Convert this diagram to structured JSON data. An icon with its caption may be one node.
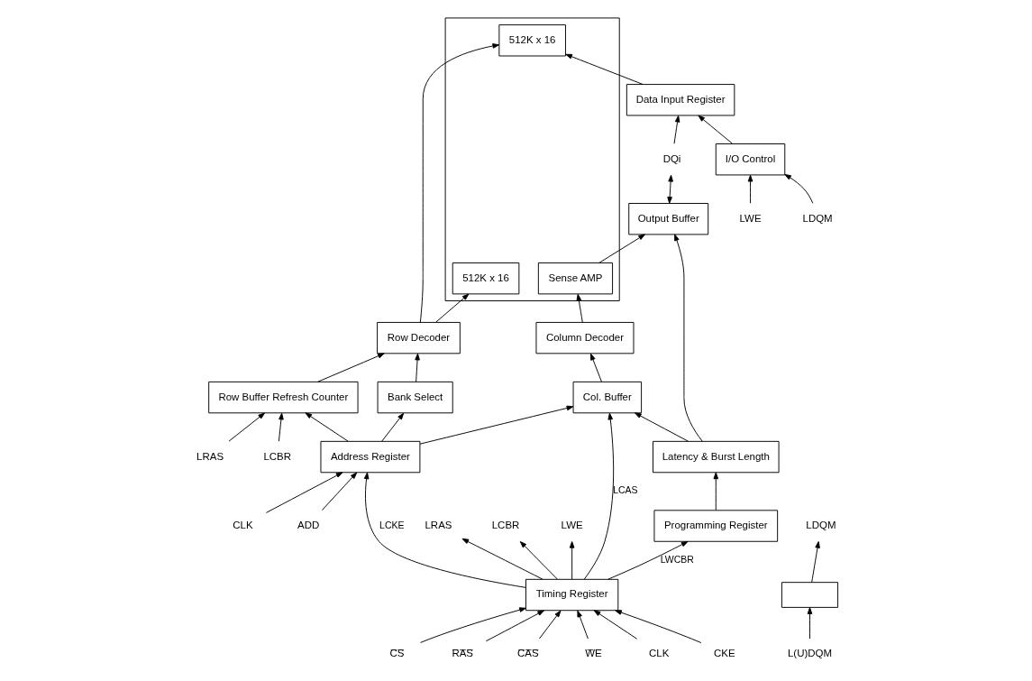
{
  "diagram": {
    "nodes": [
      {
        "text": [
          "I/O Control"
        ]
      },
      {
        "text": [
          "LWE"
        ]
      },
      {
        "text": [
          "LDQM"
        ]
      },
      {
        "text": [
          "Data Input Register"
        ]
      },
      {
        "text": [
          "Bank Select"
        ]
      },
      {
        "text": [
          "Address Register"
        ]
      },
      {
        "text": [
          "Row Buffer Refresh Counter"
        ]
      },
      {
        "text": [
          "Row Decoder"
        ]
      },
      {
        "text": [],
        "shape": "box"
      },
      {
        "text": [
          "512K x 16"
        ],
        "in": 8
      },
      {
        "text": [
          "512K x 16"
        ],
        "in": 8
      },
      {
        "text": [
          "Sense AMP"
        ],
        "in": 8
      },
      {
        "text": [
          "Output Buffer"
        ]
      },
      {
        "text": [
          "DQi"
        ]
      },
      {
        "text": [
          "CLK"
        ]
      },
      {
        "text": [
          "ADD"
        ]
      },
      {
        "text": [
          "LRAS"
        ]
      },
      {
        "text": [
          "LCBR"
        ]
      },
      {
        "text": [
          "Col. Buffer"
        ]
      },
      {
        "text": [
          "Column Decoder"
        ]
      },
      {
        "text": [
          "Latency & Burst Length"
        ]
      },
      {
        "text": [
          "Programming Register"
        ]
      },
      {
        "text": [
          "LRAS"
        ]
      },
      {
        "text": [
          "LCBR"
        ]
      },
      {
        "text": [
          "LWE"
        ]
      },
      {
        "text": [
          "LDQM"
        ]
      },
      {
        "text": [
          "Timing Register"
        ]
      },
      {
        "text": [],
        "shape": "box"
      },
      {
        "text": [
          "CLK"
        ]
      },
      {
        "text": [
          "CKE"
        ]
      },
      {
        "text": [
          "C̅S̅"
        ]
      },
      {
        "text": [
          "R̅A̅S̅"
        ]
      },
      {
        "text": [
          "C̅A̅S̅"
        ]
      },
      {
        "text": [
          "W̅E̅"
        ]
      },
      {
        "text": [
          "L(U)DQM"
        ]
      }
    ],
    "edges": [
      {
        "from": 5,
        "to": 4,
        "arrow": "to"
      },
      {
        "from": 4,
        "to": 7,
        "arrow": "to"
      },
      {
        "from": 5,
        "to": 6,
        "arrow": "to"
      },
      {
        "from": 6,
        "to": 7,
        "arrow": "to"
      },
      {
        "from": 7,
        "to": 9,
        "arrow": "to"
      },
      {
        "from": 7,
        "to": 10,
        "arrow": "to"
      },
      {
        "from": 3,
        "to": 9,
        "arrow": "to"
      },
      {
        "from": 0,
        "to": 3,
        "arrow": "to"
      },
      {
        "from": 1,
        "to": 0,
        "arrow": "to"
      },
      {
        "from": 2,
        "to": 0,
        "arrow": "to"
      },
      {
        "from": 12,
        "to": 13,
        "arrow": "both"
      },
      {
        "from": 13,
        "to": 3,
        "arrow": "to"
      },
      {
        "from": 11,
        "to": 12,
        "arrow": "to"
      },
      {
        "from": 19,
        "to": 11,
        "arrow": "to"
      },
      {
        "from": 18,
        "to": 19,
        "arrow": "to"
      },
      {
        "from": 20,
        "to": 18,
        "arrow": "to"
      },
      {
        "from": 20,
        "to": 12,
        "arrow": "to"
      },
      {
        "from": 21,
        "to": 20,
        "arrow": "to"
      },
      {
        "from": 5,
        "to": 18,
        "arrow": "to"
      },
      {
        "from": 14,
        "to": 5,
        "arrow": "to"
      },
      {
        "from": 15,
        "to": 5,
        "arrow": "to"
      },
      {
        "from": 16,
        "to": 6,
        "arrow": "to"
      },
      {
        "from": 17,
        "to": 6,
        "arrow": "to"
      },
      {
        "from": 26,
        "to": 5,
        "arrow": "to",
        "label": "LCKE"
      },
      {
        "from": 26,
        "to": 22,
        "arrow": "to"
      },
      {
        "from": 26,
        "to": 23,
        "arrow": "to"
      },
      {
        "from": 26,
        "to": 24,
        "arrow": "to"
      },
      {
        "from": 26,
        "to": 18,
        "arrow": "to",
        "label": "LCAS"
      },
      {
        "from": 26,
        "to": 21,
        "arrow": "to",
        "label": "LWCBR"
      },
      {
        "from": 27,
        "to": 25,
        "arrow": "to"
      },
      {
        "from": 28,
        "to": 26,
        "arrow": "to"
      },
      {
        "from": 29,
        "to": 26,
        "arrow": "to"
      },
      {
        "from": 30,
        "to": 26,
        "arrow": "to"
      },
      {
        "from": 31,
        "to": 26,
        "arrow": "to"
      },
      {
        "from": 32,
        "to": 26,
        "arrow": "to"
      },
      {
        "from": 33,
        "to": 26,
        "arrow": "to"
      },
      {
        "from": 34,
        "to": 27,
        "arrow": "to"
      }
    ]
  }
}
